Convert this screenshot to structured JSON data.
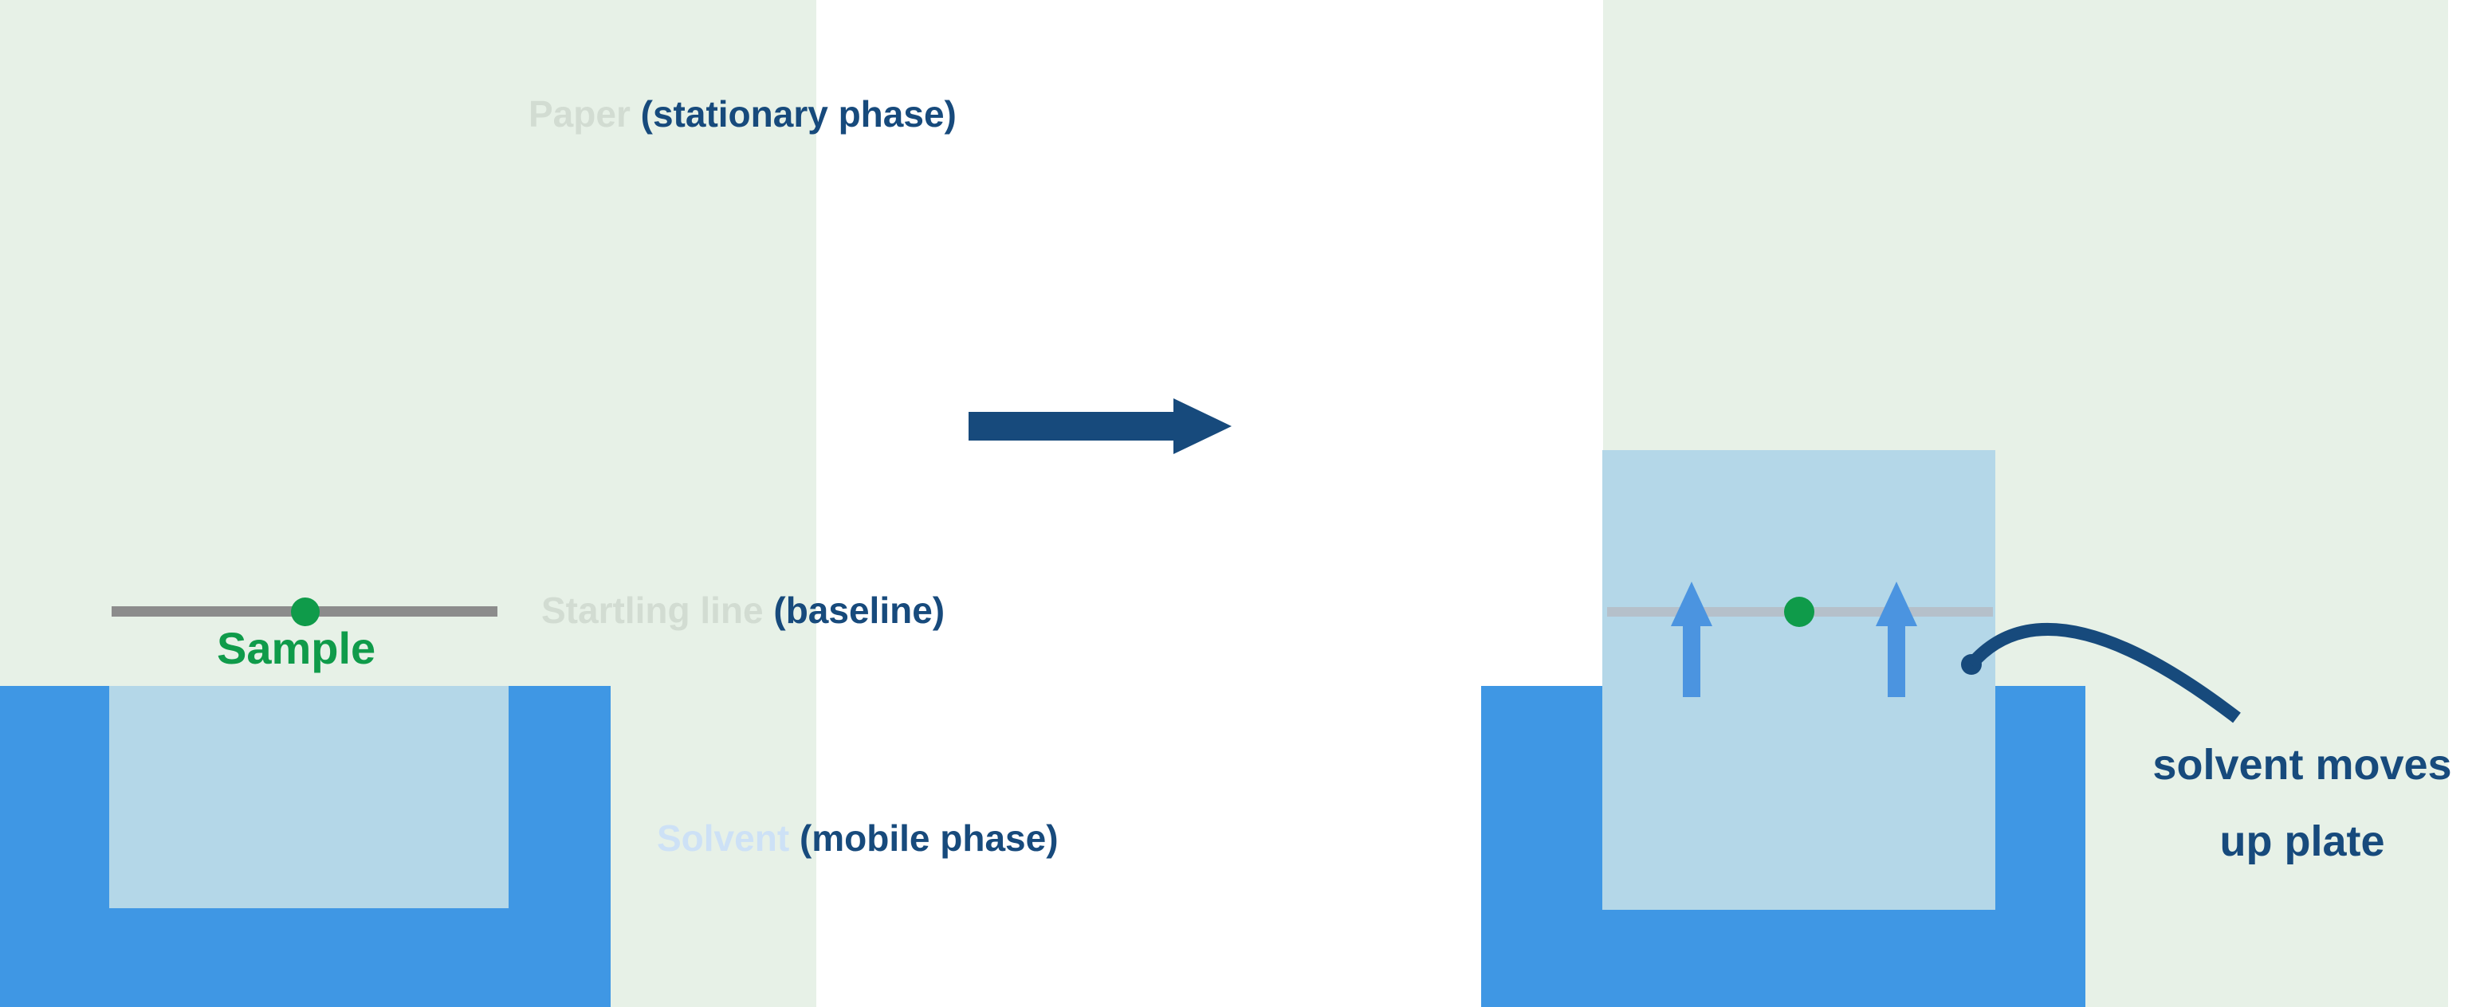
{
  "diagram": {
    "title_row": {
      "muted": "Paper",
      "strong": "(stationary phase)"
    },
    "baseline_row": {
      "muted": "Startling line",
      "strong": "(baseline)"
    },
    "solvent_row": {
      "muted": "Solvent",
      "strong": "(mobile phase)"
    },
    "sample_label": "Sample",
    "annotation": {
      "line1": "solvent moves",
      "line2": "up plate"
    }
  },
  "icons": {
    "process_arrow": "right-arrow",
    "flow_arrows": "up-arrow",
    "annotation_pointer": "curved-arc"
  },
  "colors": {
    "panel_green": "#e7f1e7",
    "navy": "#174a7c",
    "muted_gray_text": "#d2dcd2",
    "muted_blue_text": "#cde1f6",
    "beaker_blue": "#3f97e4",
    "paper_blue": "#b4d7e8",
    "up_arrow_blue": "#4b94e0",
    "baseline_gray_left": "#8c8c8c",
    "baseline_gray_right": "#b5c0ca",
    "sample_green": "#0f9b4a"
  }
}
